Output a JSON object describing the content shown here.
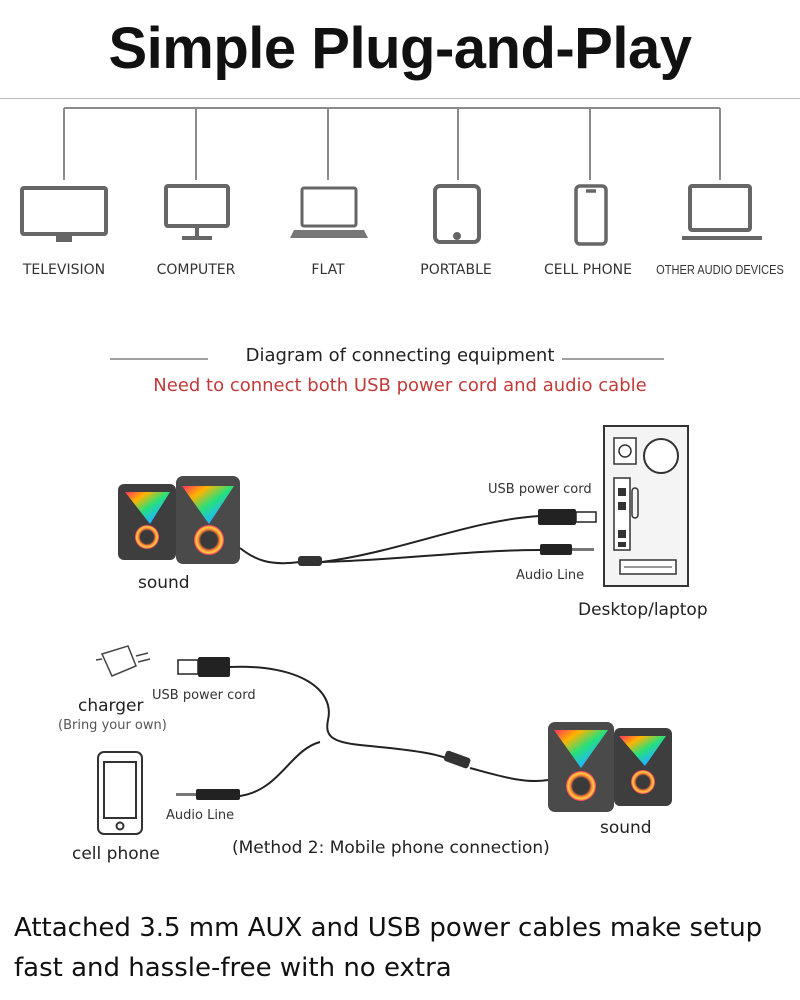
{
  "title": "Simple Plug-and-Play",
  "devices": [
    {
      "label": "TELEVISION",
      "icon": "television-icon"
    },
    {
      "label": "COMPUTER",
      "icon": "computer-icon"
    },
    {
      "label": "FLAT",
      "icon": "laptop-icon"
    },
    {
      "label": "PORTABLE",
      "icon": "tablet-icon"
    },
    {
      "label": "CELL PHONE",
      "icon": "cell-phone-icon"
    },
    {
      "label": "OTHER AUDIO DEVICES",
      "icon": "audio-device-laptop-icon"
    }
  ],
  "diagram": {
    "heading": "Diagram of connecting equipment",
    "note": "Need to connect both USB power cord and audio cable",
    "note_color": "#c23b3b"
  },
  "method1": {
    "speaker_label": "sound",
    "usb_label": "USB power cord",
    "audio_label": "Audio Line",
    "computer_label": "Desktop/laptop"
  },
  "method2": {
    "charger_label": "charger",
    "charger_note": "(Bring your own)",
    "usb_label": "USB power cord",
    "phone_label": "cell phone",
    "audio_label": "Audio Line",
    "speaker_label": "sound",
    "caption": "(Method 2: Mobile phone connection)"
  },
  "bottom_text": "Attached 3.5 mm AUX and USB power cables make setup fast and hassle-free with no extra"
}
